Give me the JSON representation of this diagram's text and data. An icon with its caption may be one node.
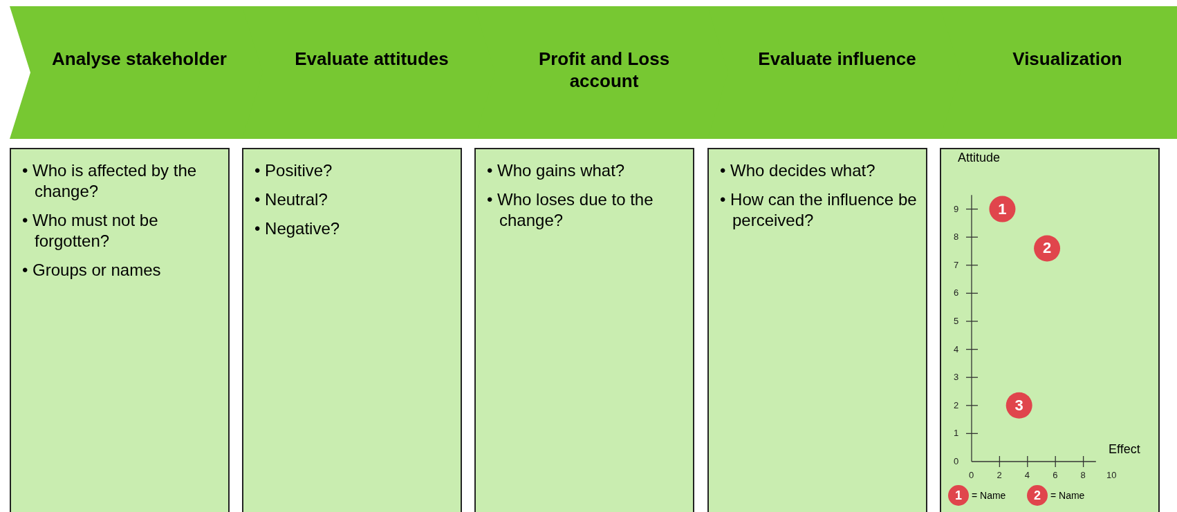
{
  "diagram": {
    "nodes": [
      {
        "text": [
          "Analyse stakeholder"
        ]
      },
      {
        "text": [
          "Evaluate attitudes"
        ]
      },
      {
        "text": [
          "Profit and Loss account"
        ]
      },
      {
        "text": [
          "Evaluate influence"
        ]
      },
      {
        "text": [
          "Visualization"
        ]
      },
      {
        "text": [
          "• Who is affected by the change?",
          "• Who must not be forgotten?",
          "• Groups or names"
        ]
      },
      {
        "text": [
          "• Positive?",
          "• Neutral?",
          "• Negative?"
        ]
      },
      {
        "text": [
          "• Who gains what?",
          "• Who loses due to the change?"
        ]
      },
      {
        "text": [
          "• Who decides what?",
          "• How can the influence be perceived?"
        ]
      },
      {
        "text": [],
        "shape": "box"
      }
    ],
    "edges": [],
    "labels": [
      "1",
      "2"
    ],
    "legend": [
      {
        "text": "= Name"
      },
      {
        "text": "= Name"
      }
    ],
    "chart_data": {
      "type": "scatter",
      "xlabel": "Effect",
      "ylabel": "Attitude",
      "x": [
        2.2,
        5.4,
        3.4
      ],
      "values": [
        9,
        7.6,
        2
      ],
      "xlim": [
        0,
        10
      ],
      "ylim": [
        0,
        9.5
      ],
      "xticks": [
        0,
        2,
        4,
        6,
        8,
        10
      ],
      "yticks": [
        0,
        1,
        2,
        3,
        4,
        5,
        6,
        7,
        8,
        9
      ],
      "annotations": [
        {
          "text": "1",
          "x": 2.2,
          "y": 9
        },
        {
          "text": "2",
          "x": 5.4,
          "y": 7.6
        },
        {
          "text": "3",
          "x": 3.4,
          "y": 2
        }
      ]
    }
  }
}
